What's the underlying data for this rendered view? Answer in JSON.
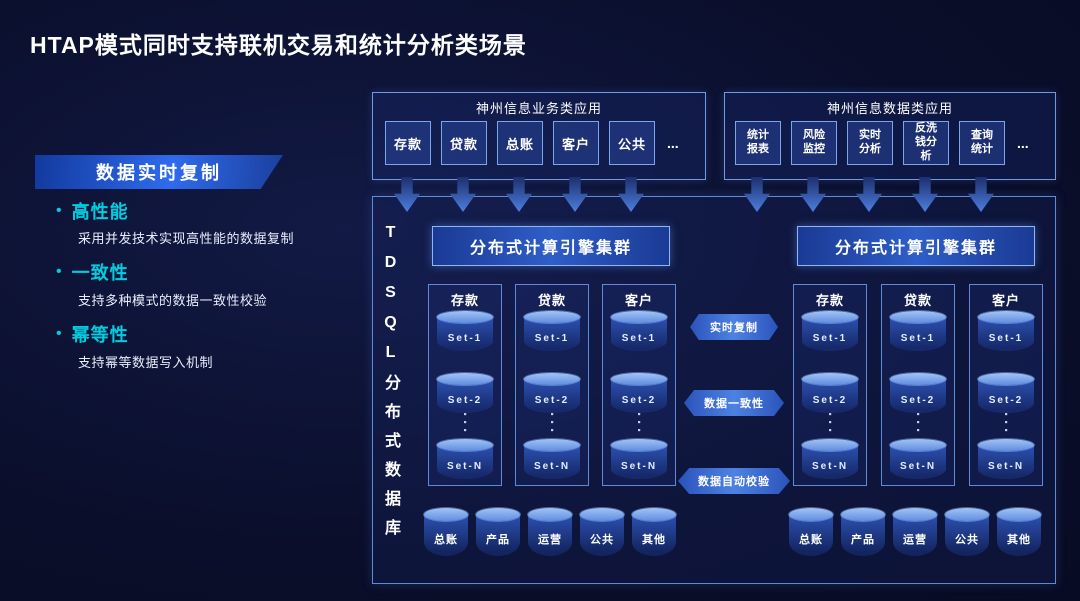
{
  "slide": {
    "title": "HTAP模式同时支持联机交易和统计分析类场景"
  },
  "left_panel": {
    "banner": "数据实时复制",
    "features": [
      {
        "bullet": "•",
        "heading": "高性能",
        "desc": "采用并发技术实现高性能的数据复制"
      },
      {
        "bullet": "•",
        "heading": "一致性",
        "desc": "支持多种模式的数据一致性校验"
      },
      {
        "bullet": "•",
        "heading": "幂等性",
        "desc": "支持幂等数据写入机制"
      }
    ]
  },
  "apps": {
    "business": {
      "title": "神州信息业务类应用",
      "items": [
        "存款",
        "贷款",
        "总账",
        "客户",
        "公共"
      ],
      "more": "..."
    },
    "data": {
      "title": "神州信息数据类应用",
      "items": [
        "统计报表",
        "风险监控",
        "实时分析",
        "反洗钱分析",
        "查询统计"
      ],
      "more": "..."
    }
  },
  "database": {
    "vertical_label": "TDSQL分布式数据库",
    "set_ellipsis": "···",
    "links": [
      "实时复制",
      "数据一致性",
      "数据自动校验"
    ],
    "left": {
      "engine": "分布式计算引擎集群",
      "groups": [
        {
          "title": "存款",
          "sets": [
            "Set-1",
            "Set-2",
            "Set-N"
          ]
        },
        {
          "title": "贷款",
          "sets": [
            "Set-1",
            "Set-2",
            "Set-N"
          ]
        },
        {
          "title": "客户",
          "sets": [
            "Set-1",
            "Set-2",
            "Set-N"
          ]
        }
      ],
      "cylinders": [
        "总账",
        "产品",
        "运营",
        "公共",
        "其他"
      ]
    },
    "right": {
      "engine": "分布式计算引擎集群",
      "groups": [
        {
          "title": "存款",
          "sets": [
            "Set-1",
            "Set-2",
            "Set-N"
          ]
        },
        {
          "title": "贷款",
          "sets": [
            "Set-1",
            "Set-2",
            "Set-N"
          ]
        },
        {
          "title": "客户",
          "sets": [
            "Set-1",
            "Set-2",
            "Set-N"
          ]
        }
      ],
      "cylinders": [
        "总账",
        "产品",
        "运营",
        "公共",
        "其他"
      ]
    }
  },
  "colors": {
    "background": "#0a0e2a",
    "border_blue": "#5e8bd9",
    "accent_cyan": "#00cde0",
    "arrow_blue": "#4c7fe0"
  }
}
